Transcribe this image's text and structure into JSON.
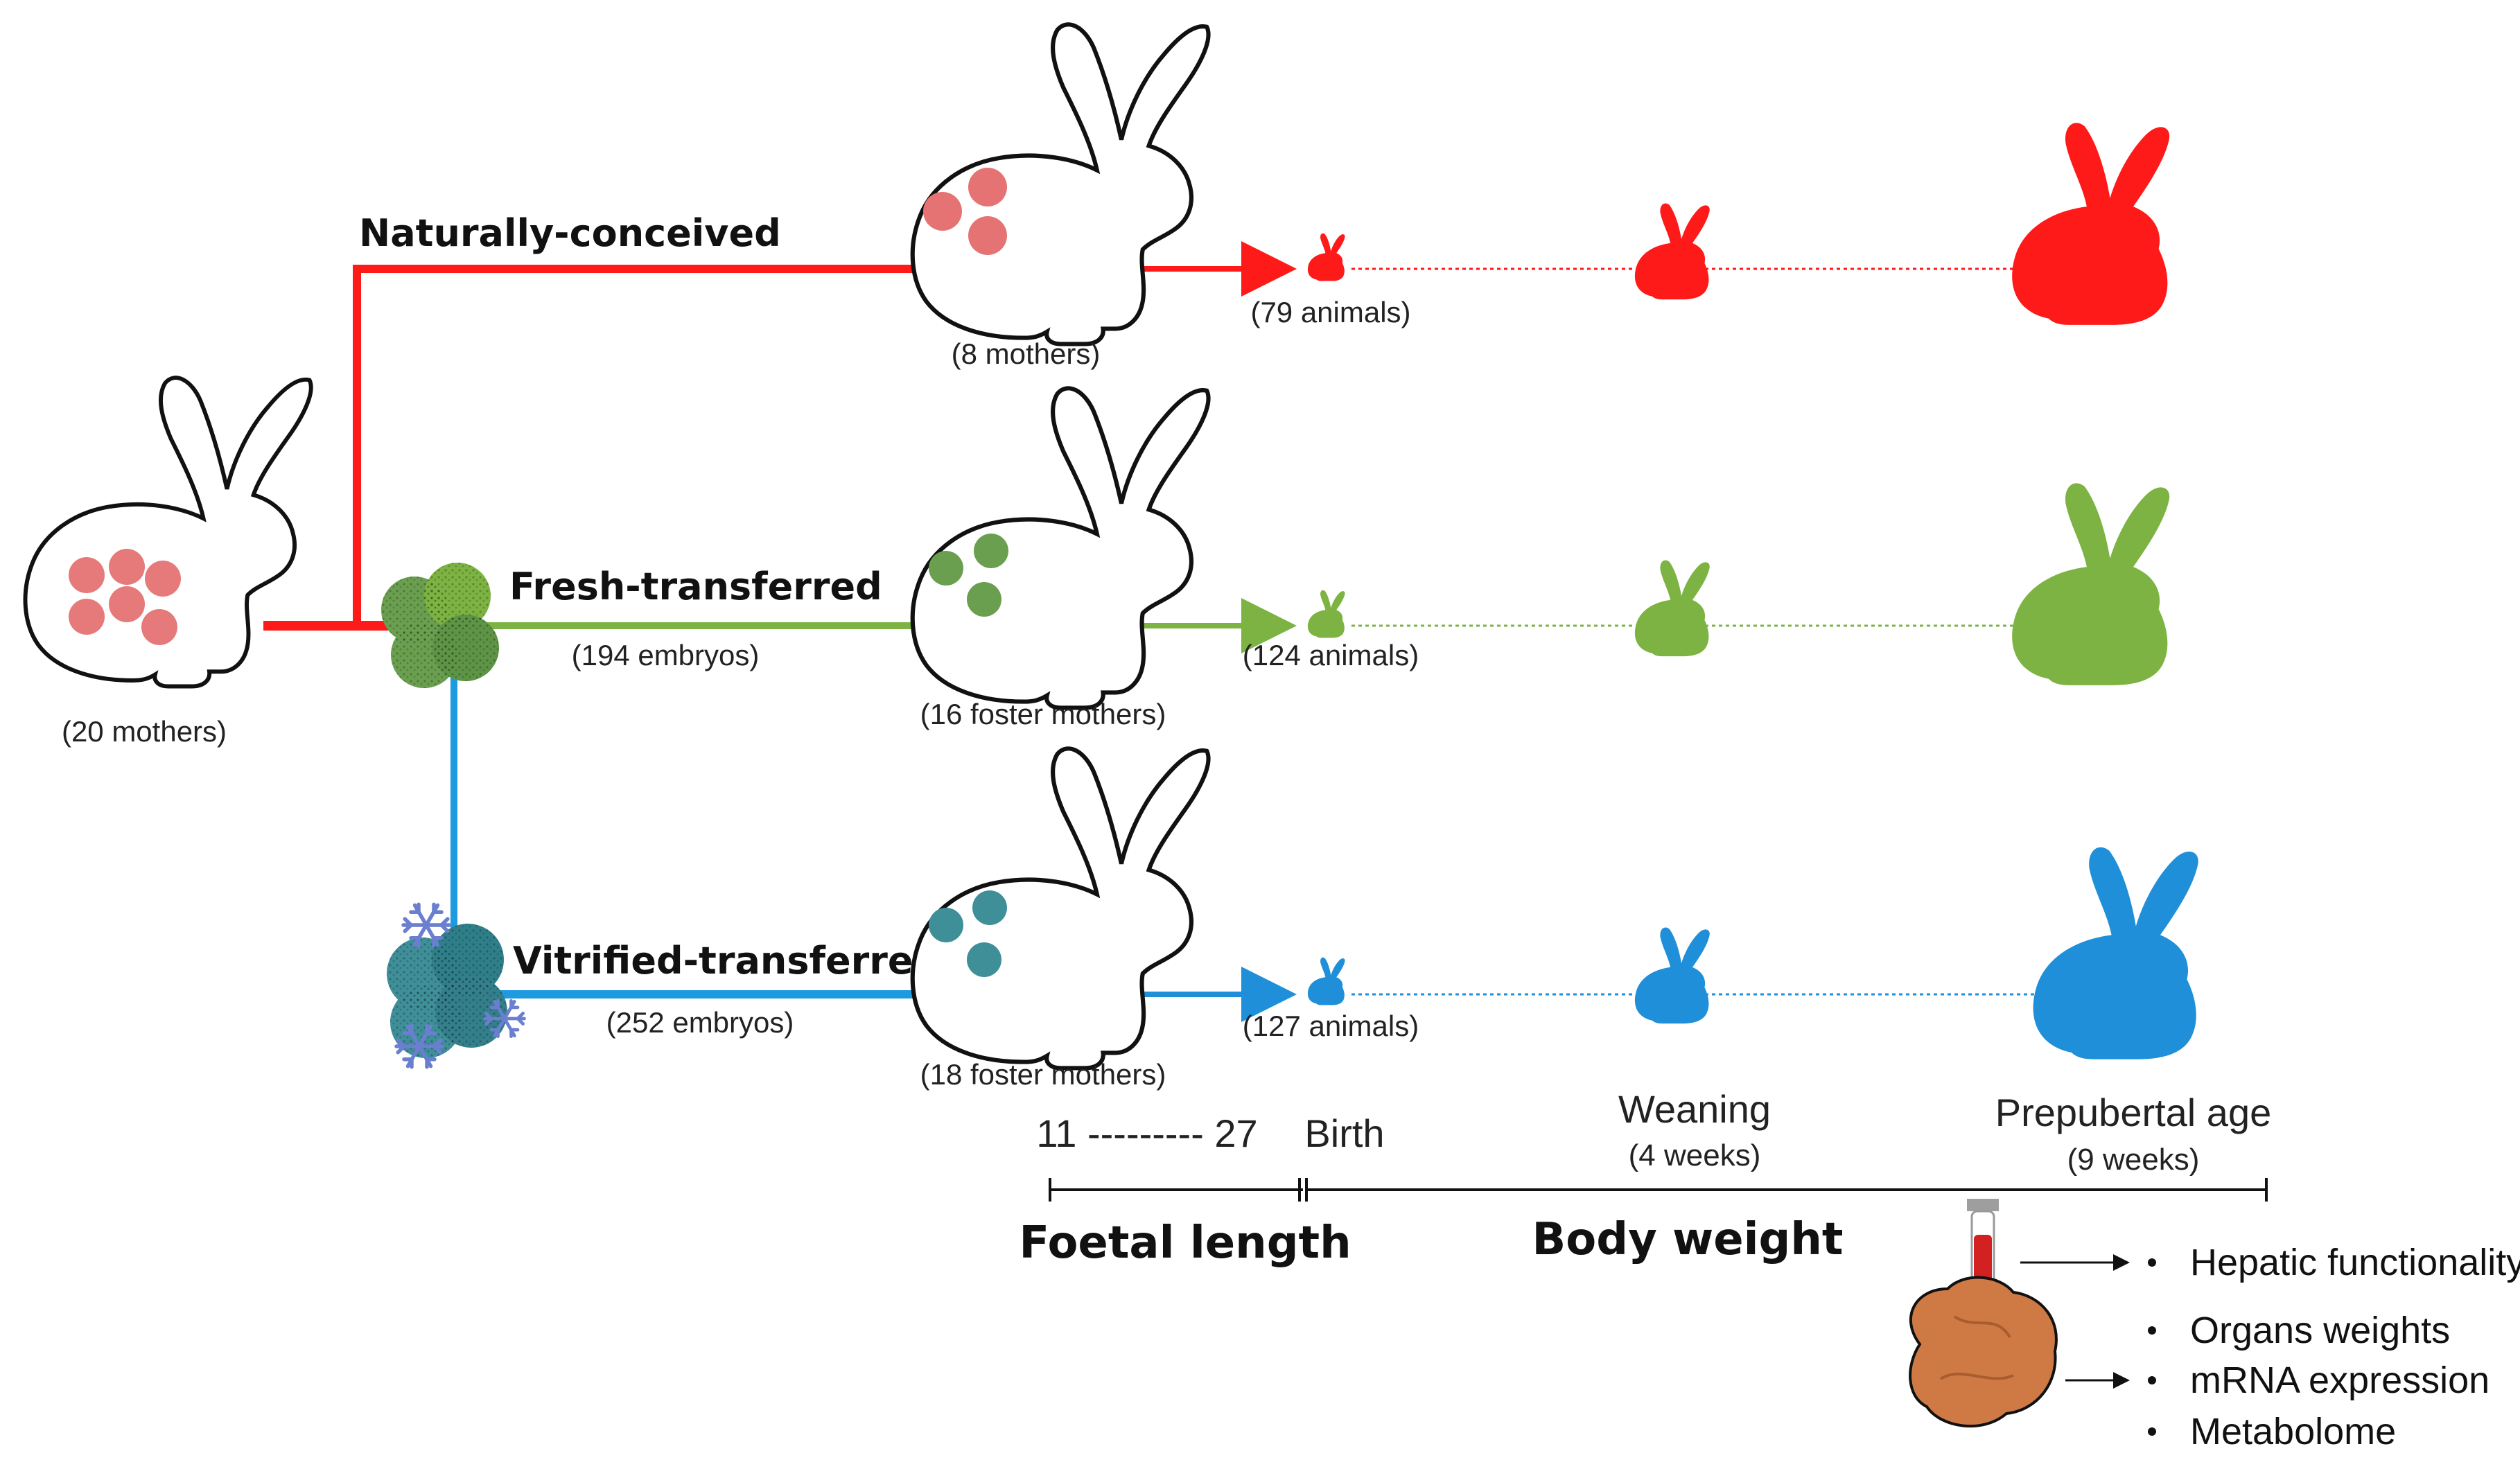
{
  "colors": {
    "natural": "#ff1a1a",
    "fresh": "#7cb342",
    "vitrified": "#1e8fd8",
    "embryo_red": "#e57373",
    "embryo_green": "#6a9f4f",
    "embryo_teal": "#3f8f99",
    "snowflake": "#6a7fd0",
    "liver": "#cf7a45",
    "blood": "#d32020"
  },
  "donor": {
    "count_label": "(20 mothers)"
  },
  "groups": [
    {
      "key": "natural",
      "name": "Naturally-conceived",
      "embryos": "",
      "mothers": "(8 mothers)",
      "animals": "(79 animals)"
    },
    {
      "key": "fresh",
      "name": "Fresh-transferred",
      "embryos": "(194 embryos)",
      "mothers": "(16 foster mothers)",
      "animals": "(124 animals)"
    },
    {
      "key": "vitrified",
      "name": "Vitrified-transferred",
      "embryos": "(252 embryos)",
      "mothers": "(18 foster mothers)",
      "animals": "(127 animals)"
    }
  ],
  "timeline": {
    "gestation": "11 --------- 27",
    "birth": "Birth",
    "weaning": "Weaning",
    "weaning_sub": "(4 weeks)",
    "prepubertal": "Prepubertal age",
    "prepubertal_sub": "(9 weeks)",
    "foetal_length": "Foetal length",
    "body_weight": "Body weight"
  },
  "outcomes": {
    "blood": [
      "Hepatic  functionality"
    ],
    "liver": [
      "Organs weights",
      "mRNA expression",
      "Metabolome"
    ]
  }
}
